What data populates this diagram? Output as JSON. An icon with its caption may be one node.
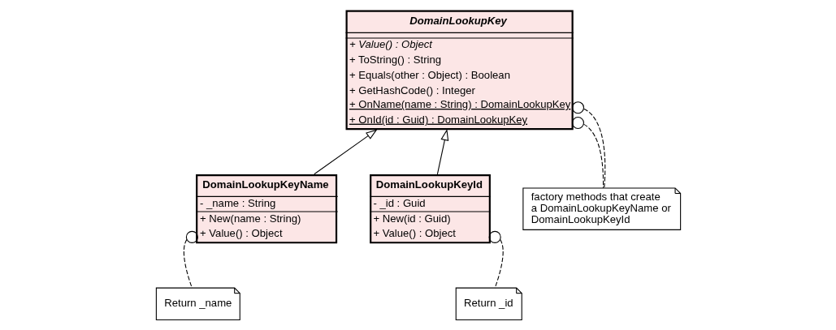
{
  "diagram": {
    "nodes": [
      {
        "text": [
          "DomainLookupKey",
          "+ Value() : Object",
          "+ ToString() : String",
          "+ Equals(other : Object) : Boolean",
          "+ GetHashCode() : Integer",
          "+ OnName(name : String) : DomainLookupKey",
          "+ OnId(id : Guid) : DomainLookupKey"
        ]
      },
      {
        "text": [
          "factory methods that create a DomainLookupKeyName or DomainLookupKeyId"
        ]
      },
      {
        "text": [
          "DomainLookupKeyName",
          "- _name : String",
          "+ New(name : String)",
          "+ Value() : Object"
        ]
      },
      {
        "text": [
          "DomainLookupKeyId",
          "- _id : Guid",
          "+ New(id : Guid)",
          "+ Value() : Object"
        ]
      },
      {
        "text": [
          "Return _name"
        ]
      },
      {
        "text": [
          "Return _id"
        ]
      }
    ],
    "edges": [
      {
        "from": 2,
        "to": 0,
        "arrow": "to"
      },
      {
        "from": 3,
        "to": 0,
        "arrow": "to"
      },
      {
        "from": 1,
        "to": 0,
        "arrow": "other",
        "style": "dashed"
      },
      {
        "from": 1,
        "to": 0,
        "arrow": "other",
        "style": "dashed"
      },
      {
        "from": 4,
        "to": 2,
        "arrow": "other",
        "style": "dashed"
      },
      {
        "from": 5,
        "to": 3,
        "arrow": "other",
        "style": "dashed"
      }
    ]
  }
}
